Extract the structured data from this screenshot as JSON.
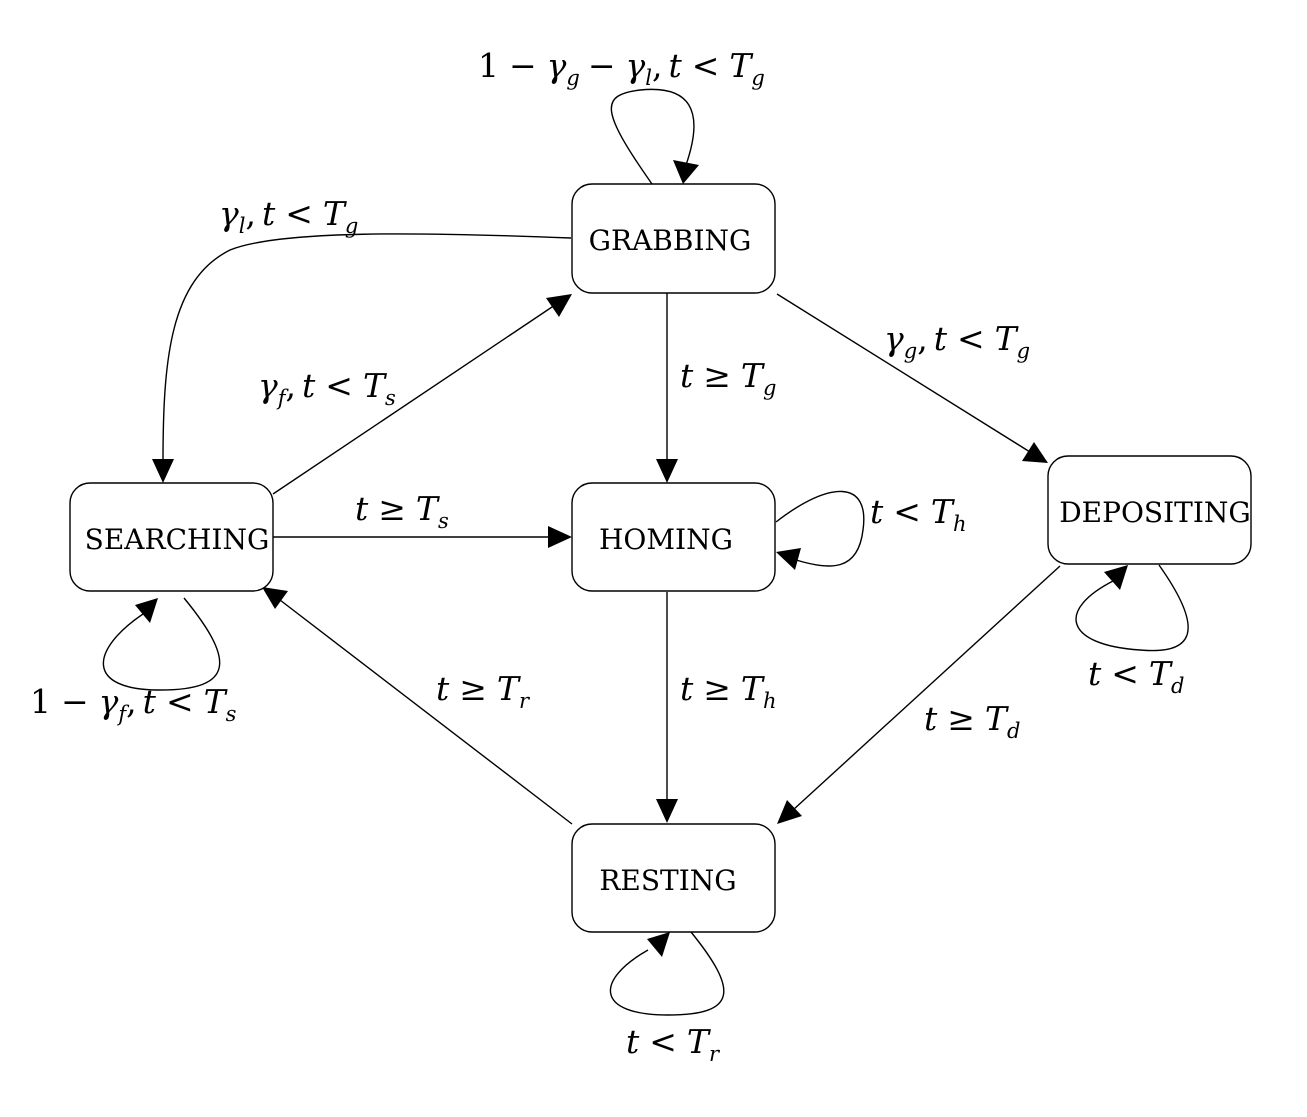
{
  "states": {
    "grabbing": "GRABBING",
    "searching": "SEARCHING",
    "homing": "HOMING",
    "depositing": "DEPOSITING",
    "resting": "RESTING"
  },
  "transitions": {
    "grabbing_self": {
      "one": "1",
      "g1": "γ",
      "sub1": "g",
      "g2": "γ",
      "sub2": "l",
      "t": "t",
      "T": "T",
      "sub3": "g"
    },
    "grabbing_to_searching": {
      "g": "γ",
      "sub": "l",
      "t": "t",
      "T": "T",
      "subT": "g"
    },
    "searching_to_grabbing": {
      "g": "γ",
      "sub": "f",
      "t": "t",
      "T": "T",
      "subT": "s"
    },
    "grabbing_to_homing": {
      "t": "t",
      "T": "T",
      "subT": "g"
    },
    "grabbing_to_depositing": {
      "g": "γ",
      "sub": "g",
      "t": "t",
      "T": "T",
      "subT": "g"
    },
    "searching_to_homing": {
      "t": "t",
      "T": "T",
      "subT": "s"
    },
    "homing_self": {
      "t": "t",
      "T": "T",
      "subT": "h"
    },
    "depositing_self": {
      "t": "t",
      "T": "T",
      "subT": "d"
    },
    "searching_self": {
      "one": "1",
      "g": "γ",
      "sub": "f",
      "t": "t",
      "T": "T",
      "subT": "s"
    },
    "resting_to_searching": {
      "t": "t",
      "T": "T",
      "subT": "r"
    },
    "homing_to_resting": {
      "t": "t",
      "T": "T",
      "subT": "h"
    },
    "depositing_to_resting": {
      "t": "t",
      "T": "T",
      "subT": "d"
    },
    "resting_self": {
      "t": "t",
      "T": "T",
      "subT": "r"
    }
  },
  "symbols": {
    "minus": "−",
    "comma": ",",
    "lt": "<",
    "ge": "≥"
  }
}
